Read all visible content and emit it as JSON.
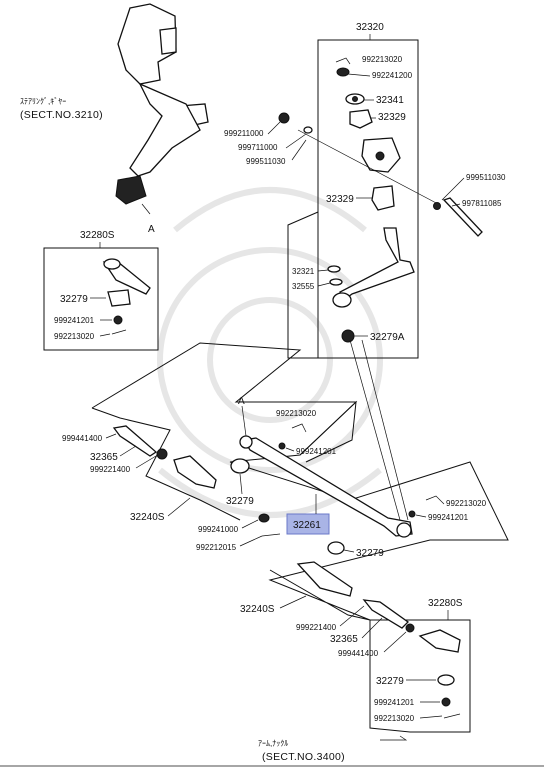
{
  "sections": {
    "steering_gear_jp": "ｽﾃｱﾘﾝｸﾞ,ｷﾞﾔｰ",
    "steering_gear_ref": "(SECT.NO.3210)",
    "arm_knuckle_jp": "ｱｰﾑ,ﾅｯｸﾙ",
    "arm_knuckle_ref": "(SECT.NO.3400)"
  },
  "connector_marks": {
    "a_top": "A",
    "a_bottom": "A"
  },
  "labels": {
    "p32320": "32320",
    "p992213020_top": "992213020",
    "p992241200": "992241200",
    "p32341": "32341",
    "p32329_top": "32329",
    "p999211000": "999211000",
    "p999711000": "999711000",
    "p999511030_left": "999511030",
    "p999511030_right": "999511030",
    "p997811085": "997811085",
    "p32329_mid": "32329",
    "p32321": "32321",
    "p32555": "32555",
    "p32279a": "32279A",
    "p32280s_top": "32280S",
    "p32279_box": "32279",
    "p999241201_box": "999241201",
    "p992213020_box": "992213020",
    "p992213020_center": "992213020",
    "p999241201_center": "999241201",
    "p999441400_left": "999441400",
    "p32365_left": "32365",
    "p999221400_left": "999221400",
    "p32279_center": "32279",
    "p32240s_top": "32240S",
    "p999241000": "999241000",
    "p992212015": "992212015",
    "p32261": "32261",
    "p992213020_right": "992213020",
    "p999241201_right": "999241201",
    "p32279_lower": "32279",
    "p32240s_bottom": "32240S",
    "p999221400_bottom": "999221400",
    "p32365_bottom": "32365",
    "p999441400_bottom": "999441400",
    "p32280s_bottom": "32280S",
    "p32279_bottom": "32279",
    "p999241201_bottom": "999241201",
    "p992213020_bottom": "992213020"
  },
  "highlight": {
    "part": "32261",
    "color": "#a9b4e6",
    "border": "#6a78c8"
  }
}
